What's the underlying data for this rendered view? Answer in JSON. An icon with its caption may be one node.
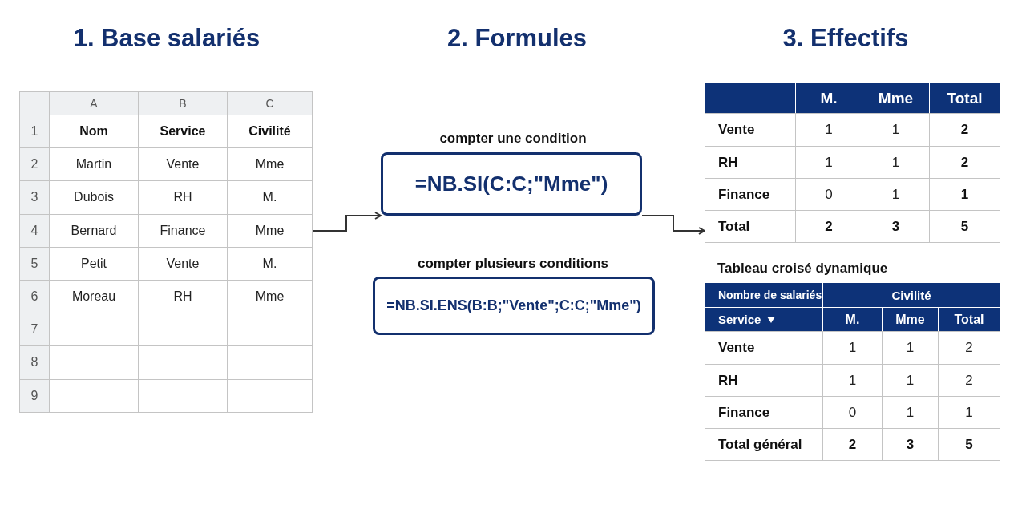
{
  "diagram": {
    "nodes": [
      {
        "text": [
          "A",
          "B",
          "C",
          "1",
          "Nom",
          "Service",
          "Civilité",
          "2",
          "Martin",
          "Vente",
          "Mme",
          "3",
          "Dubois",
          "RH",
          "M.",
          "4",
          "Bernard",
          "Finance",
          "Mme",
          "5",
          "Petit",
          "Vente",
          "M.",
          "6",
          "Moreau",
          "RH",
          "Mme",
          "7",
          "8",
          "9"
        ]
      },
      {
        "text": [
          "compter une condition",
          "=NB.SI(C:C;\"Mme\")"
        ]
      },
      {
        "text": [
          "compter plusieurs conditions",
          "=NB.SI.ENS(B:B;\"Vente\";C:C;\"Mme\")"
        ]
      },
      {
        "text": [
          "M.",
          "Mme",
          "Total",
          "Vente",
          "1",
          "1",
          "2",
          "RH",
          "1",
          "1",
          "2",
          "Finance",
          "0",
          "1",
          "1",
          "Total",
          "2",
          "3",
          "5"
        ]
      },
      {
        "text": [
          "Tableau croisé dynamique",
          "Nombre de salariés",
          "Civilité",
          "Service",
          "M.",
          "Mme",
          "Total",
          "Vente",
          "1",
          "1",
          "2",
          "RH",
          "1",
          "1",
          "2",
          "Finance",
          "0",
          "1",
          "1",
          "Total général",
          "2",
          "3",
          "5"
        ]
      }
    ],
    "edges": [
      {
        "from": 0,
        "to": 1,
        "arrow": "to"
      },
      {
        "from": 1,
        "to": 3,
        "arrow": "to"
      }
    ],
    "labels": [
      "1. Base salariés",
      "2. Formules",
      "3. Effectifs"
    ]
  }
}
